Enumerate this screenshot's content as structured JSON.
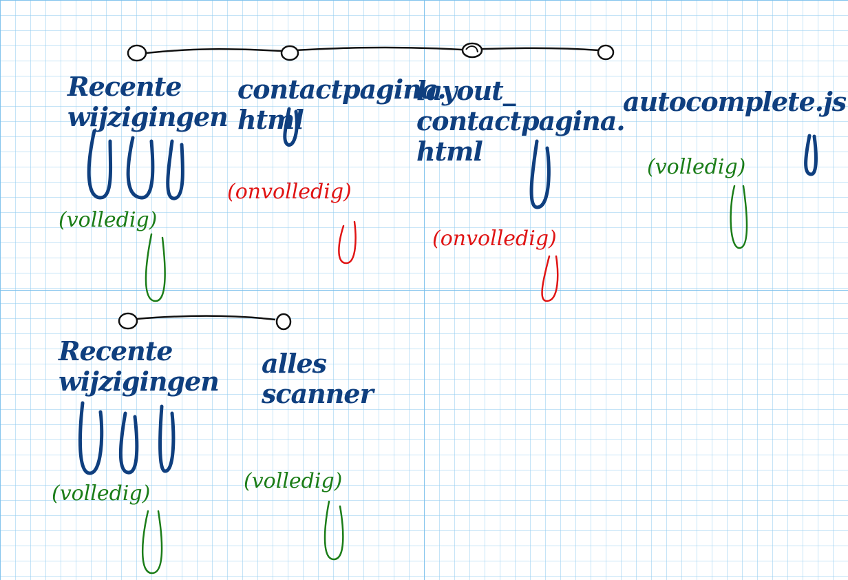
{
  "colors": {
    "node_text": "#0f3f7f",
    "complete": "#1b7d18",
    "incomplete": "#e01414",
    "connector": "#111111",
    "grid": "#96cdf0"
  },
  "row1": {
    "nodes": [
      {
        "title": "Recente\nwijzigingen",
        "status": "(volledig)",
        "status_kind": "complete"
      },
      {
        "title": "contactpagina.\nhtml",
        "status": "(onvolledig)",
        "status_kind": "incomplete"
      },
      {
        "title": "layout_\ncontactpagina.\nhtml",
        "status": "(onvolledig)",
        "status_kind": "incomplete"
      },
      {
        "title": "autocomplete.js",
        "status": "(volledig)",
        "status_kind": "complete"
      }
    ]
  },
  "row2": {
    "nodes": [
      {
        "title": "Recente\nwijzigingen",
        "status": "(volledig)",
        "status_kind": "complete"
      },
      {
        "title": "alles\nscanner",
        "status": "(volledig)",
        "status_kind": "complete"
      }
    ]
  }
}
